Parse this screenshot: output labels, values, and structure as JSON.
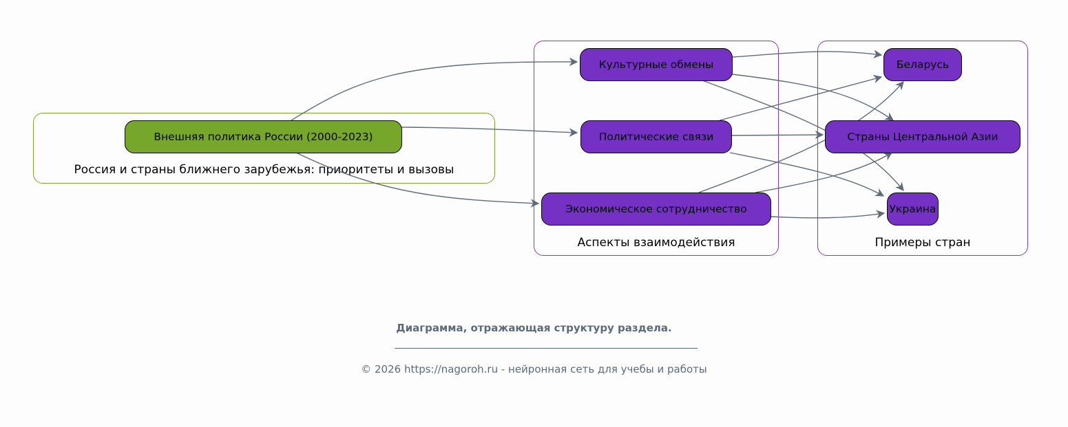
{
  "clusters": {
    "main": {
      "label": "Россия и страны ближнего зарубежья: приоритеты и вызовы",
      "color": "#7aa62a"
    },
    "aspects": {
      "label": "Аспекты взаимодействия",
      "color": "#7b3cc7"
    },
    "countries": {
      "label": "Примеры стран",
      "color": "#7b3cc7"
    }
  },
  "nodes": {
    "root": "Внешняя политика России (2000-2023)",
    "culture": "Культурные обмены",
    "politics": "Политические связи",
    "economy": "Экономическое сотрудничество",
    "belarus": "Беларусь",
    "central_asia": "Страны Центральной Азии",
    "ukraine": "Украина"
  },
  "colors": {
    "node_fill": "#7431c4",
    "root_fill": "#76a72a",
    "edge": "#5f6b78"
  },
  "footer": {
    "caption": "Диаграмма, отражающая структуру раздела.",
    "copyright": "© 2026 https://nagoroh.ru - нейронная сеть для учебы и работы"
  }
}
